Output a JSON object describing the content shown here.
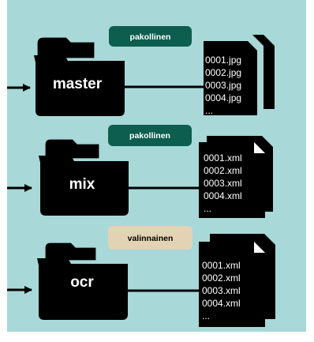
{
  "colors": {
    "background": "#a8d8d8",
    "folder": "#000000",
    "required_badge": "#0d5e4f",
    "optional_badge": "#e3d3b5"
  },
  "rows": [
    {
      "folder": "master",
      "badge": "pakollinen",
      "badge_kind": "required",
      "files": [
        "0001.jpg",
        "0002.jpg",
        "0003.jpg",
        "0004.jpg",
        "..."
      ]
    },
    {
      "folder": "mix",
      "badge": "pakollinen",
      "badge_kind": "required",
      "files": [
        "0001.xml",
        "0002.xml",
        "0003.xml",
        "0004.xml",
        "..."
      ]
    },
    {
      "folder": "ocr",
      "badge": "valinnainen",
      "badge_kind": "optional",
      "files": [
        "0001.xml",
        "0002.xml",
        "0003.xml",
        "0004.xml",
        "..."
      ]
    }
  ]
}
